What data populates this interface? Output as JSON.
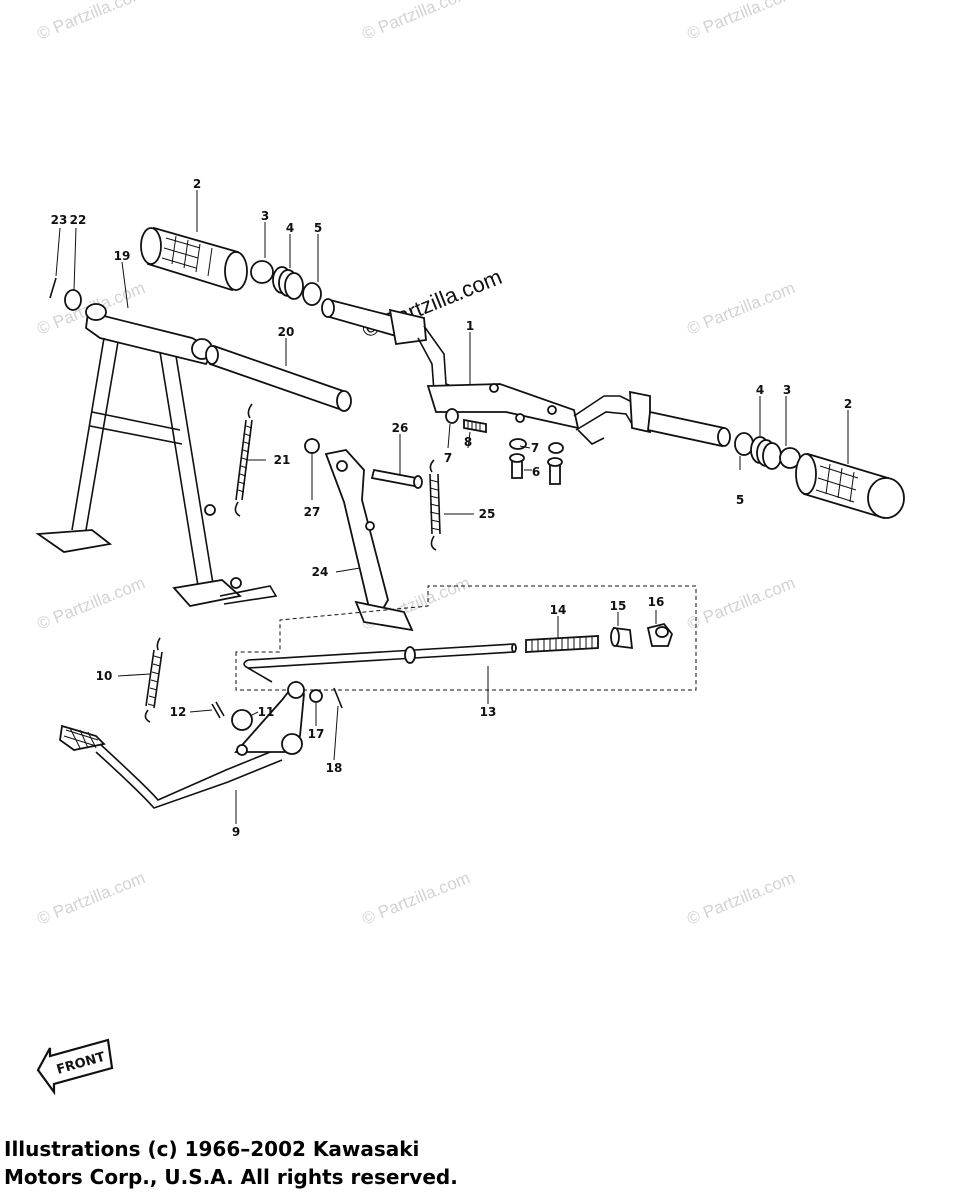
{
  "labels": {
    "l1": "1",
    "l2a": "2",
    "l2b": "2",
    "l3a": "3",
    "l3b": "3",
    "l4a": "4",
    "l4b": "4",
    "l5a": "5",
    "l5b": "5",
    "l6": "6",
    "l7a": "7",
    "l7b": "7",
    "l8": "8",
    "l9": "9",
    "l10": "10",
    "l11": "11",
    "l12": "12",
    "l13": "13",
    "l14": "14",
    "l15": "15",
    "l16": "16",
    "l17": "17",
    "l18": "18",
    "l19": "19",
    "l20": "20",
    "l21": "21",
    "l22": "22",
    "l23": "23",
    "l24": "24",
    "l25": "25",
    "l26": "26",
    "l27": "27"
  },
  "watermark": {
    "small": "© Partzilla.com",
    "large": "© Partzilla.com"
  },
  "front_label": "FRONT",
  "copyright": {
    "line1": "Illustrations (c) 1966–2002 Kawasaki",
    "line2": "Motors Corp., U.S.A.  All rights reserved."
  },
  "colors": {
    "ink": "#111111",
    "watermark": "#d3d3d3",
    "background": "#ffffff"
  }
}
